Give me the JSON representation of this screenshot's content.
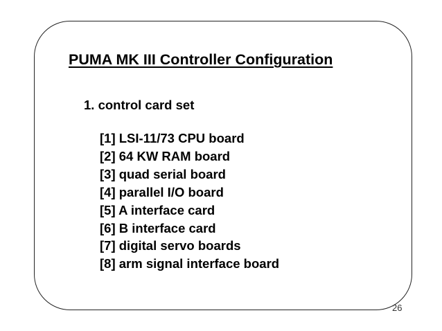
{
  "slide": {
    "title": "PUMA MK III Controller Configuration",
    "section": "1. control card set",
    "items": [
      "[1] LSI-11/73 CPU board",
      "[2] 64 KW RAM board",
      "[3] quad serial board",
      "[4] parallel I/O board",
      "[5] A interface card",
      "[6] B interface card",
      "[7] digital servo boards",
      "[8] arm signal interface board"
    ],
    "page_number": "26"
  }
}
